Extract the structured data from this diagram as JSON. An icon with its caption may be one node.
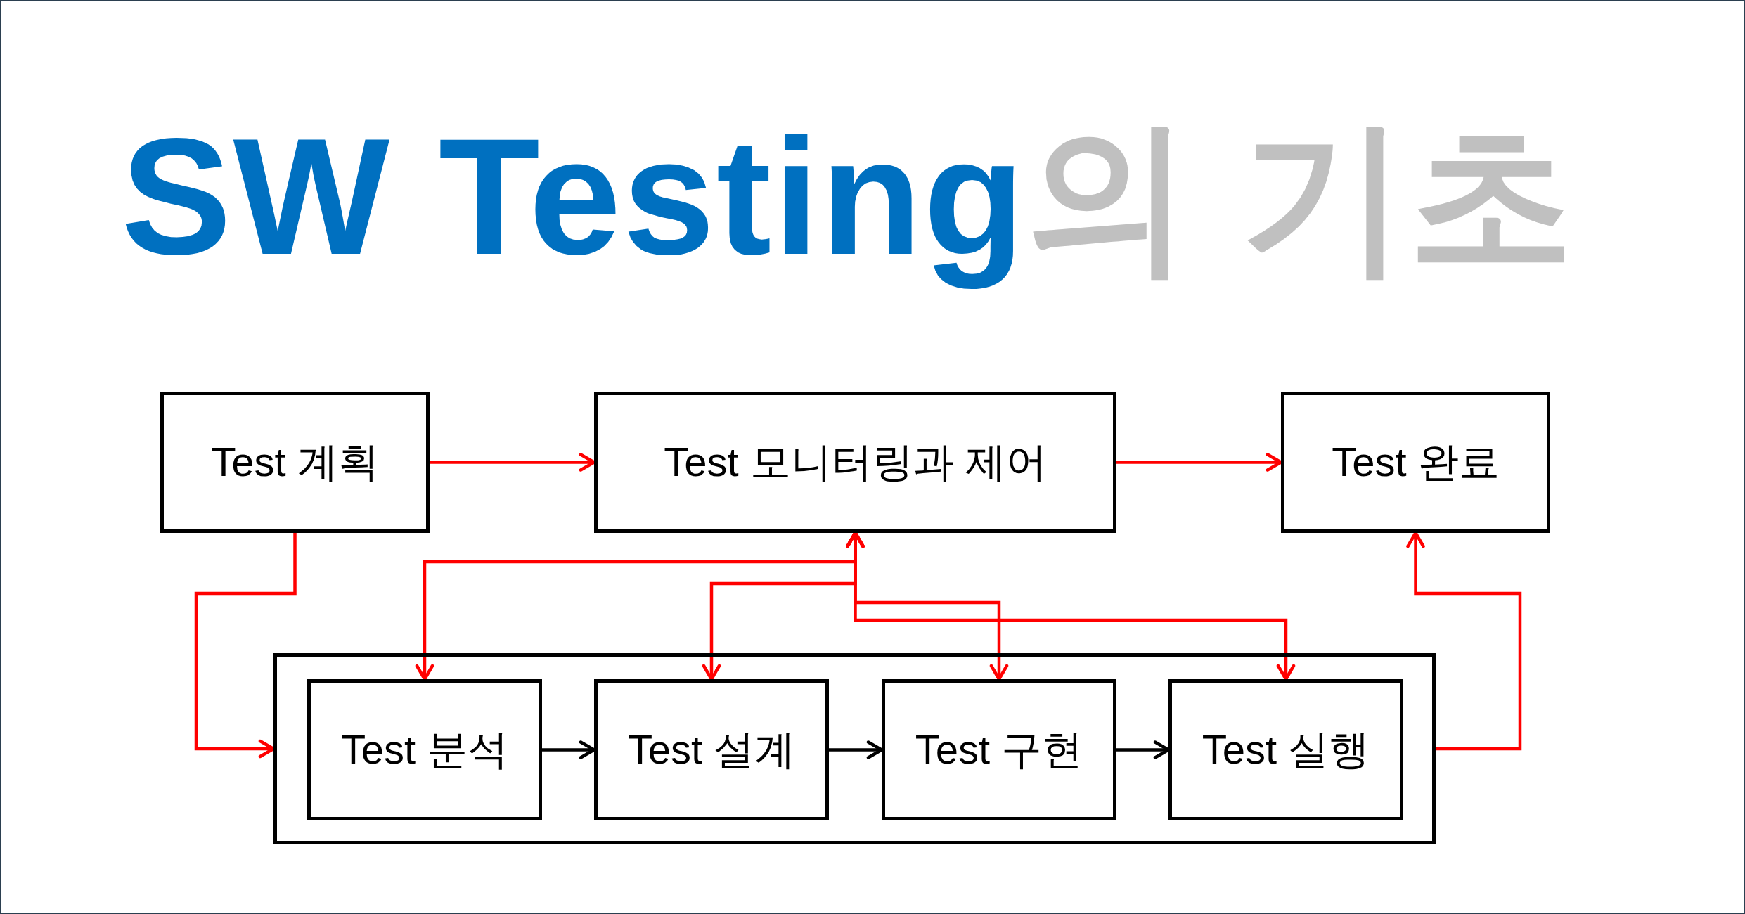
{
  "diagram": {
    "title": "SW Testing의 기초",
    "nodes": [
      {
        "text": [
          "Test 계획"
        ]
      },
      {
        "text": [
          "Test 모니터링과 제어"
        ]
      },
      {
        "text": [
          "Test 완료"
        ]
      },
      {
        "text": [],
        "shape": "box"
      },
      {
        "text": [
          "Test 분석"
        ],
        "in": 3
      },
      {
        "text": [
          "Test 설계"
        ],
        "in": 3
      },
      {
        "text": [
          "Test 구현"
        ],
        "in": 3
      },
      {
        "text": [
          "Test 실행"
        ],
        "in": 3
      }
    ],
    "edges": [
      {
        "from": 0,
        "to": 1,
        "arrow": "to"
      },
      {
        "from": 1,
        "to": 2,
        "arrow": "to"
      },
      {
        "from": 0,
        "to": 3,
        "arrow": "to"
      },
      {
        "from": 3,
        "to": 2,
        "arrow": "to"
      },
      {
        "from": 1,
        "to": 4,
        "arrow": "both"
      },
      {
        "from": 1,
        "to": 5,
        "arrow": "both"
      },
      {
        "from": 1,
        "to": 6,
        "arrow": "both"
      },
      {
        "from": 1,
        "to": 7,
        "arrow": "both"
      },
      {
        "from": 4,
        "to": 5,
        "arrow": "to",
        "color": "#000000"
      },
      {
        "from": 5,
        "to": 6,
        "arrow": "to",
        "color": "#000000"
      },
      {
        "from": 6,
        "to": 7,
        "arrow": "to",
        "color": "#000000"
      }
    ]
  }
}
